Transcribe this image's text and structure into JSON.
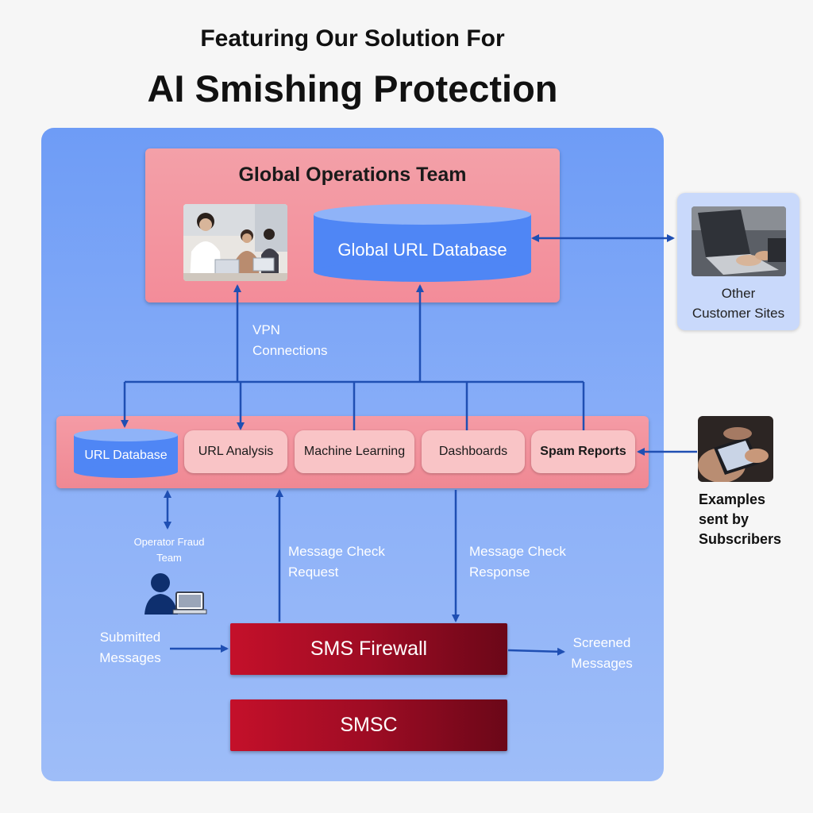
{
  "heading": {
    "subtitle": "Featuring Our Solution For",
    "title": "AI Smishing Protection"
  },
  "global_ops": {
    "title": "Global Operations Team",
    "database_label": "Global URL Database"
  },
  "other_sites": {
    "label_line1": "Other",
    "label_line2": "Customer Sites"
  },
  "vpn": {
    "line1": "VPN",
    "line2": "Connections"
  },
  "modules": {
    "url_database": "URL Database",
    "url_analysis": "URL Analysis",
    "machine_learning": "Machine Learning",
    "dashboards": "Dashboards",
    "spam_reports": "Spam Reports"
  },
  "examples": {
    "line1": "Examples",
    "line2": "sent by",
    "line3": "Subscribers"
  },
  "fraud_team": {
    "line1": "Operator Fraud",
    "line2": "Team"
  },
  "flows": {
    "request_line1": "Message Check",
    "request_line2": "Request",
    "response_line1": "Message Check",
    "response_line2": "Response",
    "submitted_line1": "Submitted",
    "submitted_line2": "Messages",
    "screened_line1": "Screened",
    "screened_line2": "Messages"
  },
  "boxes": {
    "firewall": "SMS Firewall",
    "smsc": "SMSC"
  },
  "colors": {
    "main_panel": "#7ca6f7",
    "pink_panel": "#f2929e",
    "pill": "#f9c4c6",
    "database": "#4f86f5",
    "arrow": "#1f4fb3",
    "sms_red": "#b00e27"
  }
}
